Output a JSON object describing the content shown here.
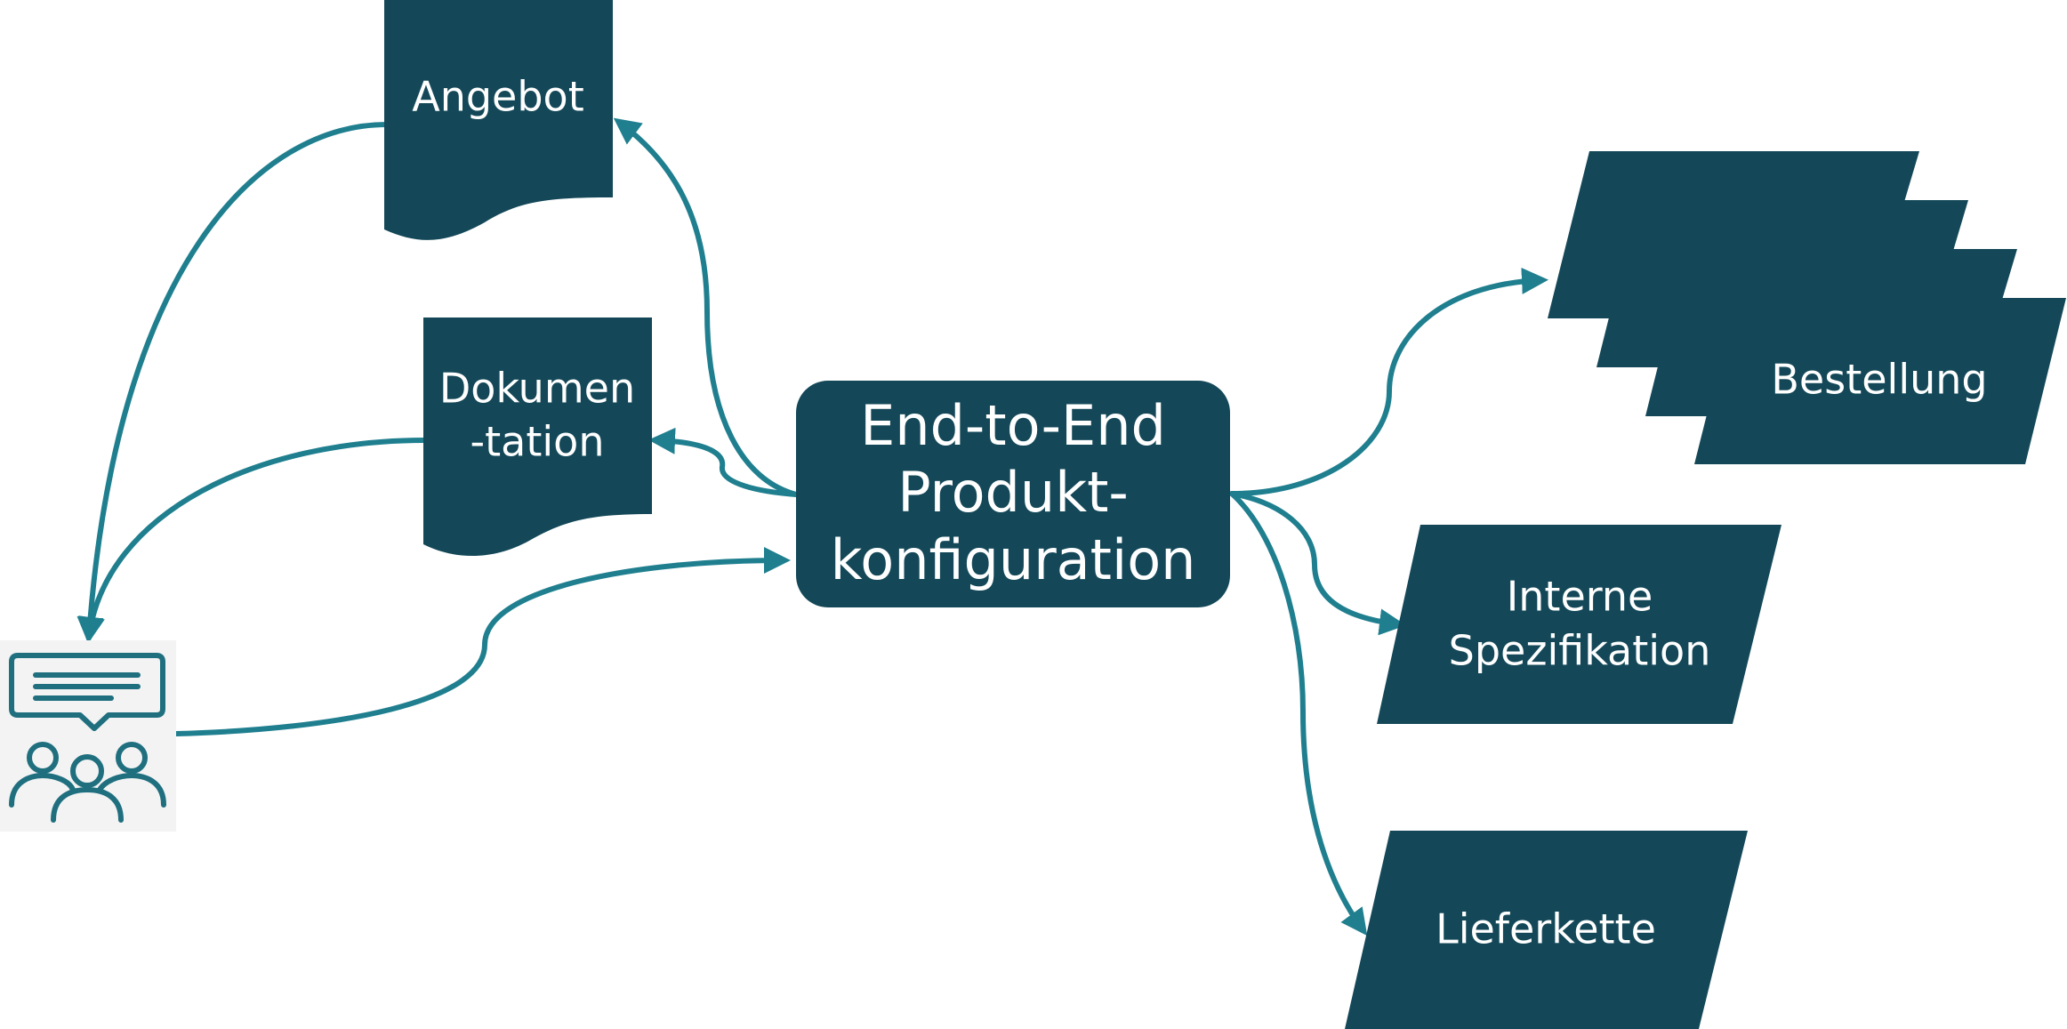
{
  "diagram": {
    "nodes": {
      "angebot": {
        "label": "Angebot"
      },
      "dokumentation": {
        "line1": "Dokumen",
        "line2": "-tation"
      },
      "center": {
        "line1": "End-to-End",
        "line2": "Produkt-",
        "line3": "konfiguration"
      },
      "bestellung": {
        "label": "Bestellung"
      },
      "interne_spezifikation": {
        "line1": "Interne",
        "line2": "Spezifikation"
      },
      "lieferkette": {
        "label": "Lieferkette"
      }
    },
    "icons": {
      "meeting": "meeting-people-icon"
    },
    "colors": {
      "shape_fill": "#144858",
      "connector": "#1f7f8f",
      "text": "#ffffff"
    }
  }
}
